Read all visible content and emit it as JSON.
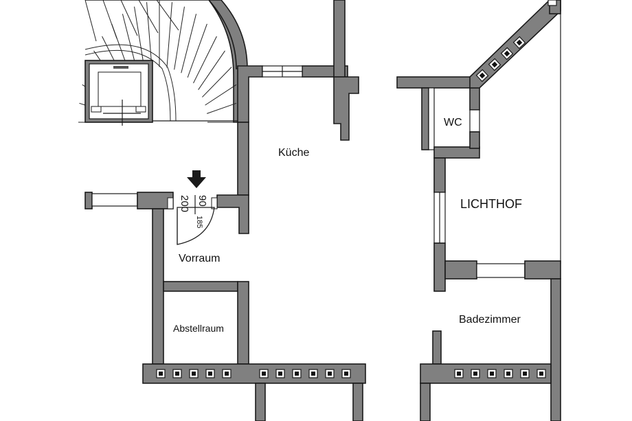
{
  "rooms": {
    "kueche": "Küche",
    "wc": "WC",
    "lichthof": "LICHTHOF",
    "vorraum": "Vorraum",
    "abstellraum": "Abstellraum",
    "badezimmer": "Badezimmer"
  },
  "door_dimensions": {
    "width": "90",
    "height": "200",
    "inner": "185"
  },
  "icons": {
    "entrance": "arrow-down-icon",
    "stairs": "spiral-staircase-icon",
    "elevator": "elevator-icon"
  },
  "colors": {
    "wall": "#808080",
    "outline": "#1a1a1a",
    "background": "#ffffff"
  }
}
